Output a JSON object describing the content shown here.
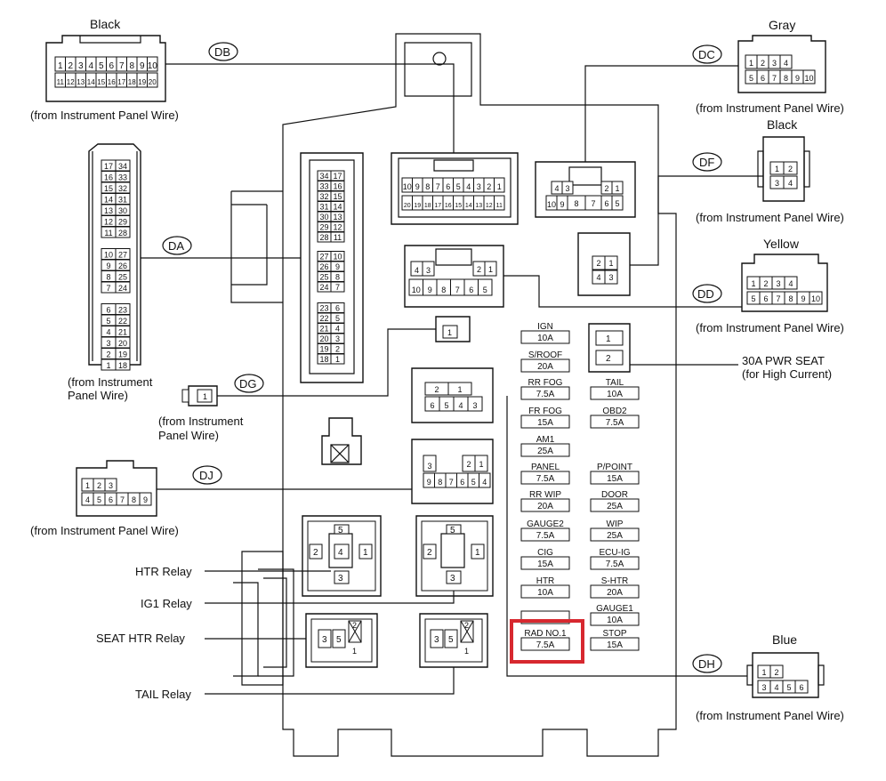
{
  "connectors": {
    "DB": {
      "tag": "DB",
      "color": "Black",
      "note": "(from Instrument Panel Wire)",
      "top": [
        "1",
        "2",
        "3",
        "4",
        "5",
        "6",
        "7",
        "8",
        "9",
        "10"
      ],
      "bottom": [
        "11",
        "12",
        "13",
        "14",
        "15",
        "16",
        "17",
        "18",
        "19",
        "20"
      ]
    },
    "DA": {
      "tag": "DA",
      "note_line1": "(from Instrument",
      "note_line2": "Panel Wire)",
      "rows": [
        [
          "17",
          "34"
        ],
        [
          "16",
          "33"
        ],
        [
          "15",
          "32"
        ],
        [
          "14",
          "31"
        ],
        [
          "13",
          "30"
        ],
        [
          "12",
          "29"
        ],
        [
          "11",
          "28"
        ],
        [
          "10",
          "27"
        ],
        [
          "9",
          "26"
        ],
        [
          "8",
          "25"
        ],
        [
          "7",
          "24"
        ],
        [
          "6",
          "23"
        ],
        [
          "5",
          "22"
        ],
        [
          "4",
          "21"
        ],
        [
          "3",
          "20"
        ],
        [
          "2",
          "19"
        ],
        [
          "1",
          "18"
        ]
      ]
    },
    "DG": {
      "tag": "DG",
      "pin": "1",
      "note_line1": "(from Instrument",
      "note_line2": "Panel Wire)"
    },
    "DJ": {
      "tag": "DJ",
      "note": "(from Instrument Panel Wire)",
      "top": [
        "1",
        "2",
        "3"
      ],
      "bottom": [
        "4",
        "5",
        "6",
        "7",
        "8",
        "9"
      ]
    },
    "DC": {
      "tag": "DC",
      "color": "Gray",
      "note": "(from Instrument Panel Wire)",
      "top": [
        "1",
        "2",
        "3",
        "4"
      ],
      "bottom": [
        "5",
        "6",
        "7",
        "8",
        "9",
        "10"
      ]
    },
    "DF": {
      "tag": "DF",
      "color": "Black",
      "note": "(from Instrument Panel Wire)",
      "pins": [
        "1",
        "2",
        "3",
        "4"
      ]
    },
    "DD": {
      "tag": "DD",
      "color": "Yellow",
      "note": "(from Instrument Panel Wire)",
      "top": [
        "1",
        "2",
        "3",
        "4"
      ],
      "bottom": [
        "5",
        "6",
        "7",
        "8",
        "9",
        "10"
      ]
    },
    "DH": {
      "tag": "DH",
      "color": "Blue",
      "note": "(from Instrument Panel Wire)",
      "top": [
        "1",
        "2"
      ],
      "bottom": [
        "3",
        "4",
        "5",
        "6"
      ]
    }
  },
  "block_connectors": {
    "center": [
      [
        "34",
        "17"
      ],
      [
        "33",
        "16"
      ],
      [
        "32",
        "15"
      ],
      [
        "31",
        "14"
      ],
      [
        "30",
        "13"
      ],
      [
        "29",
        "12"
      ],
      [
        "28",
        "11"
      ],
      [
        "27",
        "10"
      ],
      [
        "26",
        "9"
      ],
      [
        "25",
        "8"
      ],
      [
        "24",
        "7"
      ],
      [
        "23",
        "6"
      ],
      [
        "22",
        "5"
      ],
      [
        "21",
        "4"
      ],
      [
        "20",
        "3"
      ],
      [
        "19",
        "2"
      ],
      [
        "18",
        "1"
      ]
    ],
    "db_top": [
      "10",
      "9",
      "8",
      "7",
      "6",
      "5",
      "4",
      "3",
      "2",
      "1"
    ],
    "db_bottom": [
      "20",
      "19",
      "18",
      "17",
      "16",
      "15",
      "14",
      "13",
      "12",
      "11"
    ],
    "dc_top": [
      "4",
      "3",
      "2",
      "1"
    ],
    "dc_bottom": [
      "10",
      "9",
      "8",
      "7",
      "6",
      "5"
    ],
    "dd_top": [
      "4",
      "3",
      "2",
      "1"
    ],
    "dd_bottom": [
      "10",
      "9",
      "8",
      "7",
      "6",
      "5"
    ],
    "df_pins": [
      "2",
      "1",
      "4",
      "3"
    ],
    "dj_top": [
      "3",
      "2",
      "1"
    ],
    "dj_bottom": [
      "9",
      "8",
      "7",
      "6",
      "5",
      "4"
    ],
    "dh_top": [
      "2",
      "1"
    ],
    "dh_bottom": [
      "6",
      "5",
      "4",
      "3"
    ]
  },
  "pwr_seat": {
    "pin1": "1",
    "pin2": "2",
    "label_line1": "30A PWR SEAT",
    "label_line2": "(for High Current)"
  },
  "fuses_left": [
    {
      "name": "IGN",
      "amp": "10A",
      "grey": false
    },
    {
      "name": "S/ROOF",
      "amp": "20A",
      "grey": false
    },
    {
      "name": "RR FOG",
      "amp": "7.5A",
      "grey": false
    },
    {
      "name": "FR FOG",
      "amp": "15A",
      "grey": false
    },
    {
      "name": "AM1",
      "amp": "25A",
      "grey": true
    },
    {
      "name": "PANEL",
      "amp": "7.5A",
      "grey": false
    },
    {
      "name": "RR WIP",
      "amp": "20A",
      "grey": true
    },
    {
      "name": "GAUGE2",
      "amp": "7.5A",
      "grey": false
    },
    {
      "name": "CIG",
      "amp": "15A",
      "grey": false
    },
    {
      "name": "HTR",
      "amp": "10A",
      "grey": false
    },
    {
      "name": "",
      "amp": "",
      "grey": false
    },
    {
      "name": "RAD NO.1",
      "amp": "7.5A",
      "grey": false
    }
  ],
  "fuses_right": [
    {
      "name": "TAIL",
      "amp": "10A",
      "grey": false
    },
    {
      "name": "OBD2",
      "amp": "7.5A",
      "grey": false
    },
    {
      "name": "P/POINT",
      "amp": "15A",
      "grey": false
    },
    {
      "name": "DOOR",
      "amp": "25A",
      "grey": true
    },
    {
      "name": "WIP",
      "amp": "25A",
      "grey": false
    },
    {
      "name": "ECU-IG",
      "amp": "7.5A",
      "grey": false
    },
    {
      "name": "S-HTR",
      "amp": "20A",
      "grey": false
    },
    {
      "name": "GAUGE1",
      "amp": "10A",
      "grey": false
    },
    {
      "name": "STOP",
      "amp": "15A",
      "grey": false
    }
  ],
  "relays": {
    "htr": {
      "label": "HTR Relay",
      "pins": [
        "5",
        "2",
        "4",
        "1",
        "3"
      ]
    },
    "ig1": {
      "label": "IG1 Relay",
      "pins": [
        "5",
        "2",
        "1",
        "3"
      ]
    },
    "seat_htr": {
      "label": "SEAT HTR Relay",
      "pins": [
        "3",
        "5",
        "2",
        "1"
      ]
    },
    "tail": {
      "label": "TAIL Relay",
      "pins": [
        "3",
        "5",
        "2",
        "1"
      ]
    }
  },
  "highlight_color": "#d7282f"
}
